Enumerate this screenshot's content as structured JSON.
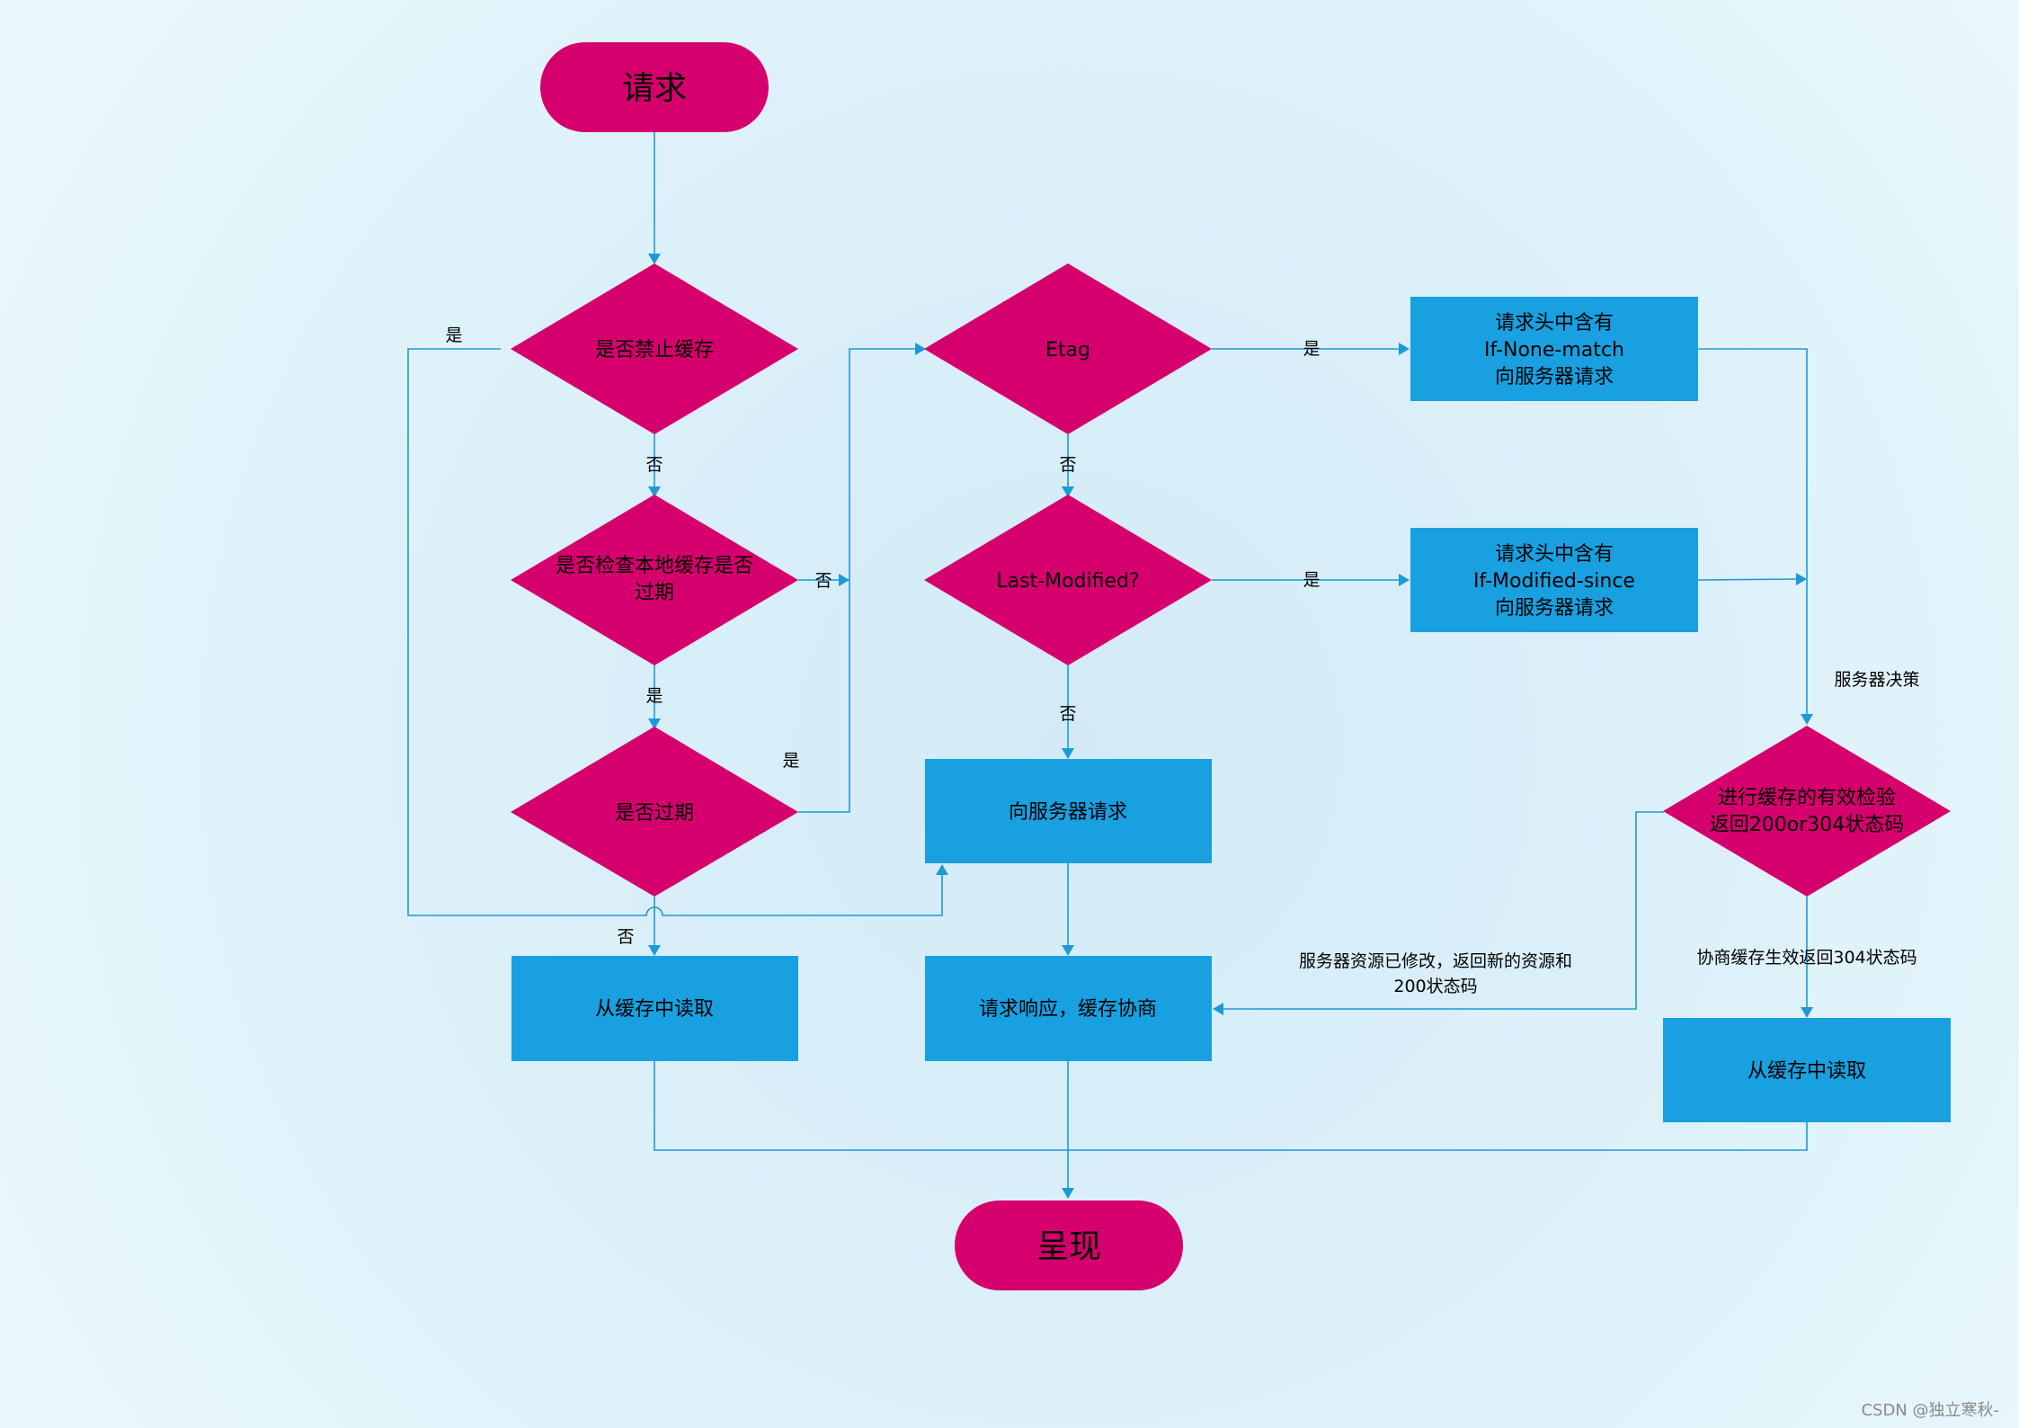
{
  "colors": {
    "decision": "#d5006d",
    "process": "#18a0e0",
    "terminal": "#d5006d",
    "connector": "#1c9ad6"
  },
  "nodes": {
    "start": "请求",
    "disable_cache": "是否禁止缓存",
    "check_local": [
      "是否检查本地缓存是否",
      "过期"
    ],
    "expired": "是否过期",
    "read_cache_left": "从缓存中读取",
    "etag": "Etag",
    "last_modified": "Last-Modified?",
    "request_server": "向服务器请求",
    "response_negotiate": "请求响应，缓存协商",
    "if_none_match": [
      "请求头中含有",
      "If-None-match",
      "向服务器请求"
    ],
    "if_modified_since": [
      "请求头中含有",
      "If-Modified-since",
      "向服务器请求"
    ],
    "validate": [
      "进行缓存的有效检验",
      "返回200or304状态码"
    ],
    "read_cache_right": "从缓存中读取",
    "end": "呈现"
  },
  "edge_labels": {
    "disable_yes": "是",
    "disable_no": "否",
    "check_no": "否",
    "check_yes": "是",
    "expired_yes": "是",
    "expired_no": "否",
    "etag_yes": "是",
    "etag_no": "否",
    "lastmod_yes": "是",
    "lastmod_no": "否",
    "server_decision": "服务器决策",
    "modified": [
      "服务器资源已修改，返回新的资源和",
      "200状态码"
    ],
    "negotiate_304": "协商缓存生效返回304状态码"
  },
  "watermark": "CSDN @独立寒秋-"
}
